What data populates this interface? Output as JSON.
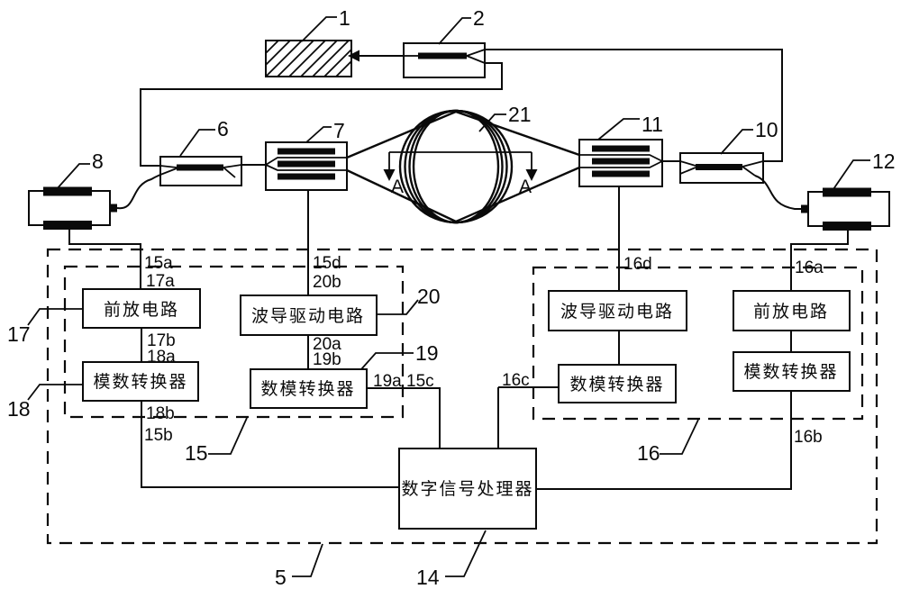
{
  "figure": {
    "blocks": {
      "preamp_left": "前放电路",
      "adc_left": "模数转换器",
      "waveguide_driver_left": "波导驱动电路",
      "dac_left": "数模转换器",
      "waveguide_driver_right": "波导驱动电路",
      "dac_right": "数模转换器",
      "preamp_right": "前放电路",
      "adc_right": "模数转换器",
      "dsp": "数字信号处理器"
    },
    "reference_numerals": {
      "n1": "1",
      "n2": "2",
      "n5": "5",
      "n6": "6",
      "n7": "7",
      "n8": "8",
      "n10": "10",
      "n11": "11",
      "n12": "12",
      "n14": "14",
      "n15": "15",
      "n16": "16",
      "n17": "17",
      "n18": "18",
      "n19": "19",
      "n20": "20",
      "n21": "21"
    },
    "port_labels": {
      "p15a": "15a",
      "p17a": "17a",
      "p17b": "17b",
      "p18a": "18a",
      "p18b": "18b",
      "p15b": "15b",
      "p15d": "15d",
      "p20b": "20b",
      "p20a": "20a",
      "p19b": "19b",
      "p19a": "19a",
      "p15c": "15c",
      "p16c": "16c",
      "p16d": "16d",
      "p16a": "16a",
      "p16b": "16b"
    },
    "section_markers": {
      "left": "A",
      "right": "A"
    },
    "colors": {
      "ink": "#0a0a0a",
      "paper": "#ffffff"
    }
  }
}
